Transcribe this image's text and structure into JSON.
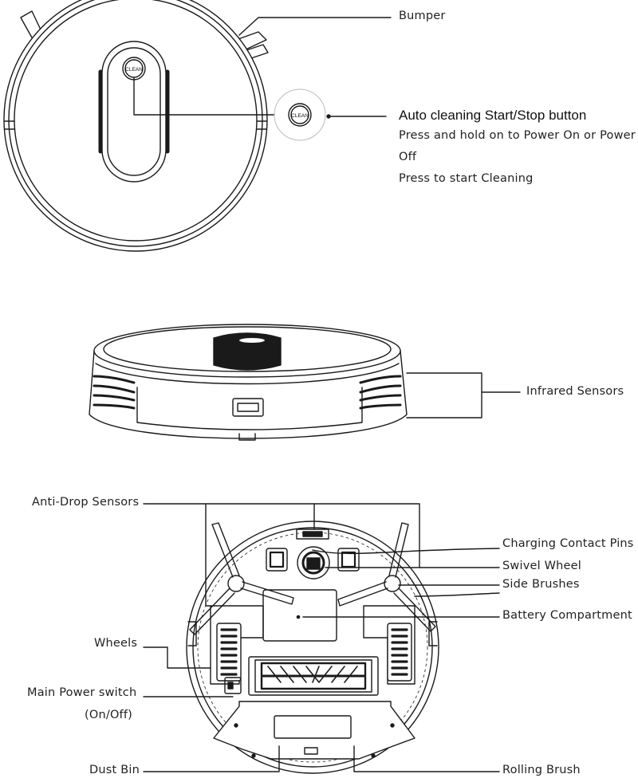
{
  "top_view": {
    "bumper_label": "Bumper",
    "button_title": "Auto cleaning Start/Stop button",
    "button_desc_line1": "Press and hold on to Power On or Power",
    "button_desc_line2": "Off",
    "button_desc_line3": "Press to start Cleaning",
    "button_text": "CLEAN"
  },
  "side_view": {
    "sensors_label": "Infrared Sensors"
  },
  "bottom_view": {
    "anti_drop_label": "Anti-Drop Sensors",
    "charging_label": "Charging Contact Pins",
    "swivel_label": "Swivel Wheel",
    "side_brushes_label": "Side Brushes",
    "battery_label": "Battery Compartment",
    "wheels_label": "Wheels",
    "power_switch_label": "Main Power switch",
    "power_switch_sub": "(On/Off)",
    "dust_bin_label": "Dust Bin",
    "rolling_brush_label": "Rolling Brush"
  }
}
